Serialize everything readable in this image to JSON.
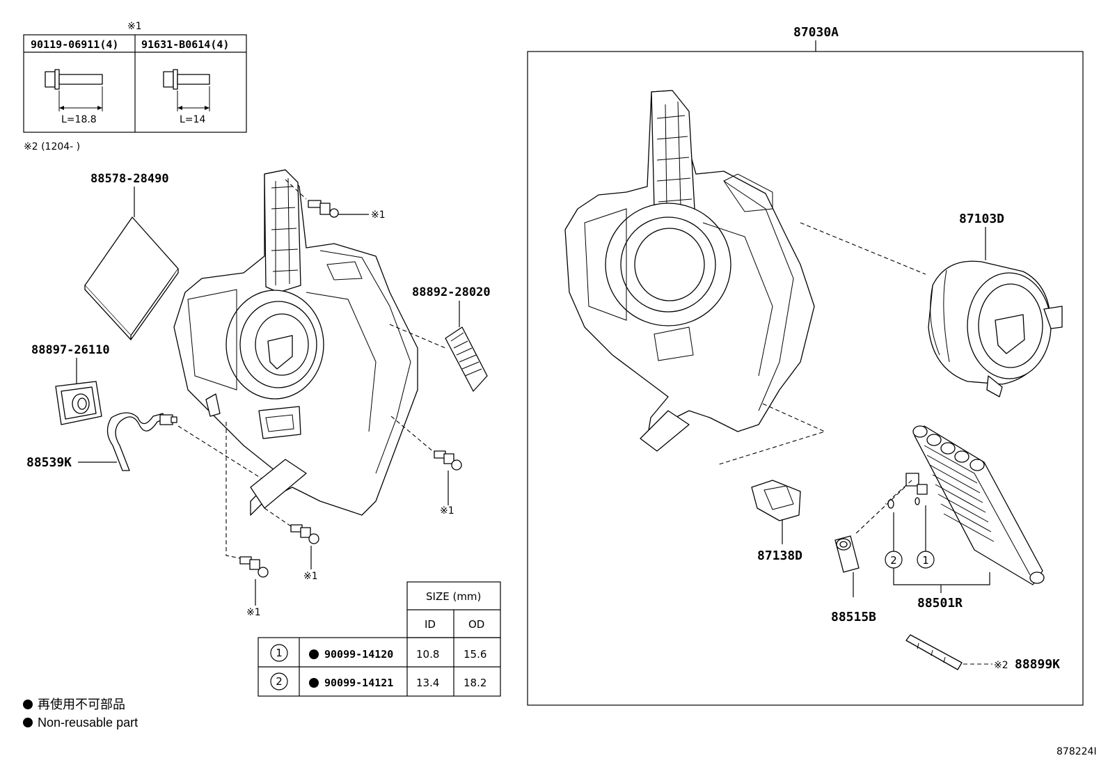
{
  "bolt_table": {
    "group_mark": "※1",
    "cols": [
      {
        "part": "90119-06911(4)",
        "length": "L=18.8"
      },
      {
        "part": "91631-B0614(4)",
        "length": "L=14"
      }
    ],
    "note": "※2 (1204-        )"
  },
  "labels": {
    "filter": "88578-28490",
    "grommet": "88897-26110",
    "hose": "88539K",
    "duct": "88892-28020",
    "assembly": "87030A",
    "blower": "87103D",
    "resistor": "87138D",
    "evaporator": "88501R",
    "valve": "88515B",
    "clip": "88899K"
  },
  "marks": {
    "m1": "※1",
    "m2": "※2"
  },
  "oring_table": {
    "size_header": "SIZE (mm)",
    "id_header": "ID",
    "od_header": "OD",
    "rows": [
      {
        "num": "1",
        "part": "90099-14120",
        "id": "10.8",
        "od": "15.6"
      },
      {
        "num": "2",
        "part": "90099-14121",
        "id": "13.4",
        "od": "18.2"
      }
    ]
  },
  "legend": {
    "jp": "再使用不可部品",
    "en": "Non-reusable part"
  },
  "callouts": {
    "one": "1",
    "two": "2"
  },
  "ref_code": "878224I"
}
